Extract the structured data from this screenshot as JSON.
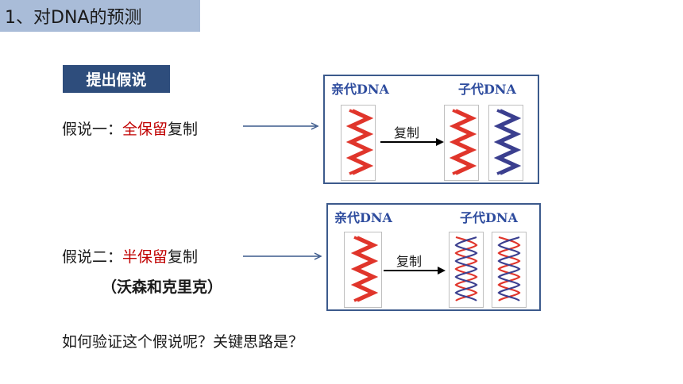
{
  "slide": {
    "title": "1、对DNA的预测",
    "badge": "提出假说",
    "hypothesis1": {
      "prefix": "假说一：",
      "highlight": "全保留",
      "suffix": "复制"
    },
    "hypothesis2": {
      "prefix": "假说二：",
      "highlight": "半保留",
      "suffix": "复制"
    },
    "authors": "（沃森和克里克）",
    "question": "如何验证这个假说呢？关键思路是？"
  },
  "panels": [
    {
      "parent_label": "亲代DNA",
      "child_label": "子代DNA",
      "arrow_label": "复制"
    },
    {
      "parent_label": "亲代DNA",
      "child_label": "子代DNA",
      "arrow_label": "复制"
    }
  ],
  "colors": {
    "title_bg": "#a9bcd8",
    "badge_bg": "#2e4d7c",
    "highlight": "#c00000",
    "panel_label": "#2e4c9e",
    "old_strand": "#e0352b",
    "new_strand": "#3b3f8f"
  }
}
